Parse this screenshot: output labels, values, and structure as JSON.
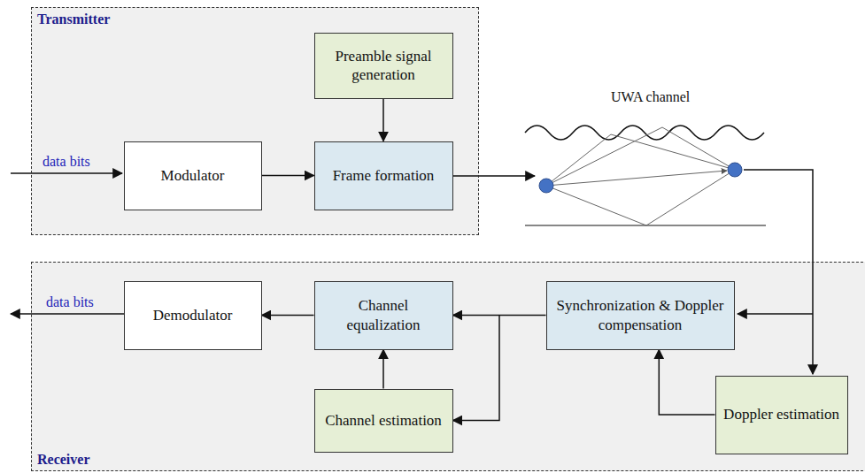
{
  "diagram": {
    "nodes": [
      {
        "text": [
          "Transmitter"
        ]
      },
      {
        "text": [
          "Preamble signal generation"
        ],
        "in": 0
      },
      {
        "text": [
          "Modulator"
        ],
        "in": 0
      },
      {
        "text": [
          "Frame formation"
        ],
        "in": 0
      },
      {
        "text": [
          "Receiver"
        ]
      },
      {
        "text": [
          "Demodulator"
        ],
        "in": 4
      },
      {
        "text": [
          "Channel equalization"
        ],
        "in": 4
      },
      {
        "text": [
          "Synchronization & Doppler compensation"
        ],
        "in": 4
      },
      {
        "text": [
          "Channel estimation"
        ],
        "in": 4
      },
      {
        "text": [
          "Doppler estimation"
        ],
        "in": 4
      }
    ],
    "edges": [
      {
        "from": 1,
        "to": 3,
        "arrow": "to"
      },
      {
        "from": 2,
        "to": 3,
        "arrow": "to"
      },
      {
        "from": 7,
        "to": 6,
        "arrow": "to"
      },
      {
        "from": 7,
        "to": 8,
        "arrow": "to"
      },
      {
        "from": 8,
        "to": 6,
        "arrow": "to"
      },
      {
        "from": 6,
        "to": 5,
        "arrow": "to"
      },
      {
        "from": 9,
        "to": 7,
        "arrow": "to"
      }
    ],
    "labels": [
      "data bits",
      "UWA channel",
      "data bits"
    ]
  }
}
